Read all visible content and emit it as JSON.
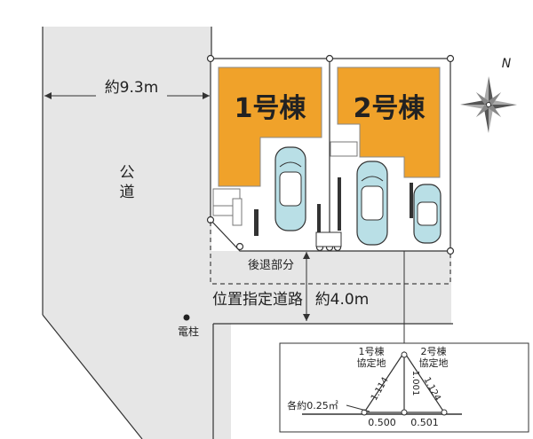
{
  "labels": {
    "public_road_width": "約9.3m",
    "public_road": "公道",
    "building1": "1号棟",
    "building2": "2号棟",
    "setback": "後退部分",
    "designated_road": "位置指定道路",
    "designated_road_width": "約4.0m",
    "utility_pole": "電柱",
    "compass_n": "N"
  },
  "detail": {
    "lot1": "1号棟",
    "lot2": "2号棟",
    "shared": "協定地",
    "shared2": "協定地",
    "side_left": "1.114",
    "side_mid": "1.001",
    "side_right": "1.124",
    "base_left": "0.500",
    "base_right": "0.501",
    "area_note": "各約0.25㎡"
  },
  "colors": {
    "building": "#f0a22a",
    "road_gray": "#e6e6e6",
    "car_fill": "#b9dfe6",
    "line": "#333333"
  }
}
